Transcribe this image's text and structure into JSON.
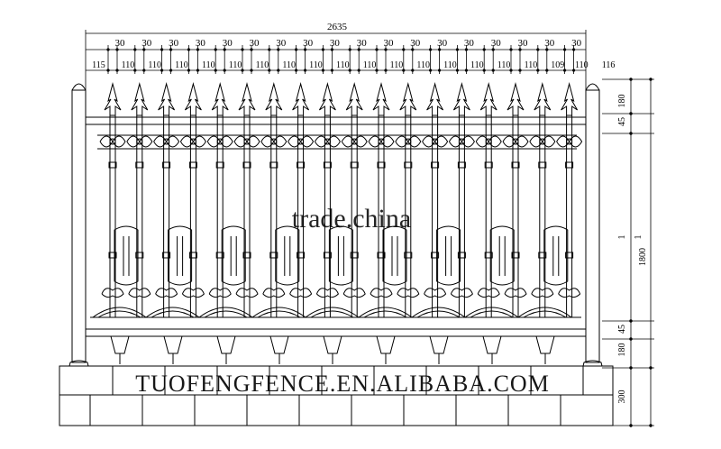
{
  "drawing": {
    "overall_width": "2635",
    "spacing_labels": [
      "30",
      "30",
      "30",
      "30",
      "30",
      "30",
      "30",
      "30",
      "30",
      "30",
      "30",
      "30",
      "30",
      "30",
      "30",
      "30",
      "30",
      "30"
    ],
    "bar_labels": [
      "115",
      "110",
      "110",
      "110",
      "110",
      "110",
      "110",
      "110",
      "110",
      "110",
      "110",
      "110",
      "110",
      "110",
      "110",
      "110",
      "110",
      "109",
      "110",
      "116"
    ],
    "right_dims": {
      "top": "180",
      "rail_top": "45",
      "total": "1800",
      "mid_a": "1",
      "mid_b": "1",
      "rail_bottom": "45",
      "bottom": "180",
      "base": "300"
    }
  },
  "watermarks": {
    "center": "trade.china",
    "bottom": "TUOFENGFENCE.EN.ALIBABA.COM"
  },
  "colors": {
    "line": "#000000",
    "watermark": "#c8c8c8"
  }
}
